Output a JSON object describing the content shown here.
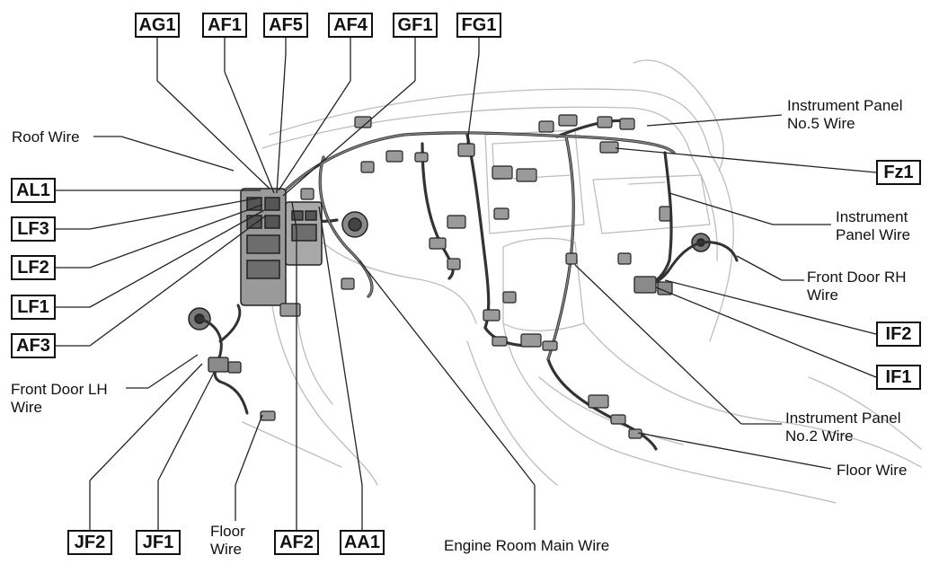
{
  "connectors_top": [
    "AG1",
    "AF1",
    "AF5",
    "AF4",
    "GF1",
    "FG1"
  ],
  "connectors_left": [
    "AL1",
    "LF3",
    "LF2",
    "LF1",
    "AF3"
  ],
  "connectors_bottom": [
    "JF2",
    "JF1",
    "AF2",
    "AA1"
  ],
  "connectors_right": [
    "Fz1",
    "IF2",
    "IF1"
  ],
  "labels": {
    "roof_wire": "Roof Wire",
    "front_door_lh_1": "Front Door LH",
    "front_door_lh_2": "Wire",
    "floor_wire_bottom_1": "Floor",
    "floor_wire_bottom_2": "Wire",
    "engine_room_main_wire": "Engine Room Main Wire",
    "ip5_1": "Instrument Panel",
    "ip5_2": "No.5 Wire",
    "ip_1": "Instrument",
    "ip_2": "Panel Wire",
    "front_door_rh_1": "Front Door RH",
    "front_door_rh_2": "Wire",
    "ip2_1": "Instrument Panel",
    "ip2_2": "No.2 Wire",
    "floor_wire_right": "Floor Wire"
  }
}
